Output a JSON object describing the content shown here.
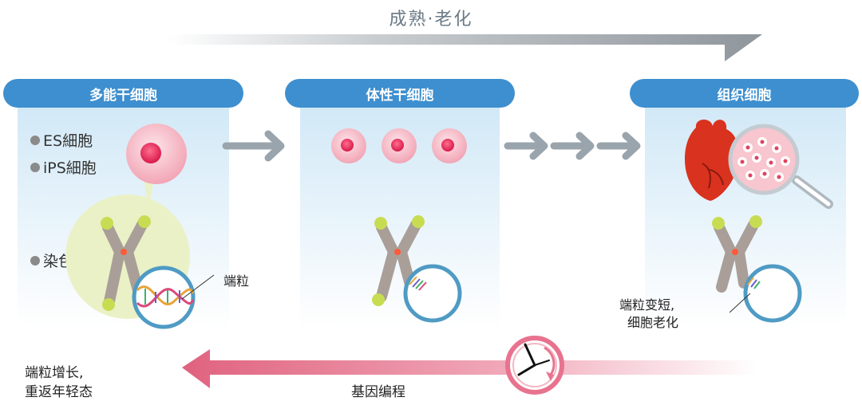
{
  "top_title": "成熟·老化",
  "stages": {
    "pluripotent": "多能干细胞",
    "somatic_stem": "体性干细胞",
    "tissue": "组织细胞"
  },
  "bullets": {
    "es": "ES細胞",
    "ips": "iPS細胞",
    "chromosome": "染色体"
  },
  "labels": {
    "telomere": "端粒",
    "shortening_line1": "端粒变短,",
    "shortening_line2": "细胞老化",
    "elongation_line1": "端粒增长,",
    "elongation_line2": "重返年轻态",
    "reprogramming": "基因编程"
  },
  "colors": {
    "pill": "#3d8fcf",
    "gray_arrow": "#9aa4ad",
    "pink_arrow": "#e0627f",
    "circle": "#5aa6cc"
  }
}
